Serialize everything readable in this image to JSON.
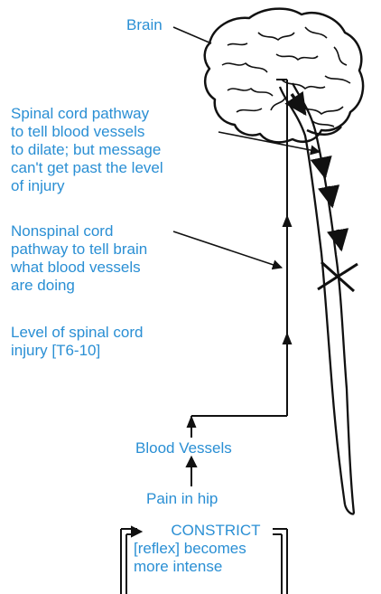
{
  "labels": {
    "brain": "Brain",
    "spinal_pathway": "Spinal cord pathway\nto tell blood vessels\nto dilate; but message\ncan't get past the level\nof injury",
    "nonspinal_pathway": "Nonspinal cord\npathway to tell brain\nwhat blood vessels\nare doing",
    "level_of_injury": "Level of spinal cord\ninjury [T6-10]",
    "blood_vessels": "Blood Vessels",
    "pain_in_hip": "Pain in hip",
    "constrict": "CONSTRICT",
    "reflex_line1": "[reflex] becomes",
    "reflex_line2": "more intense"
  },
  "colors": {
    "label_text": "#2a8fd4",
    "line_art": "#111111"
  },
  "icons": {
    "brain": "brain-drawing",
    "spinal_cord": "spinal-cord-drawing",
    "injury_mark": "x-mark"
  }
}
